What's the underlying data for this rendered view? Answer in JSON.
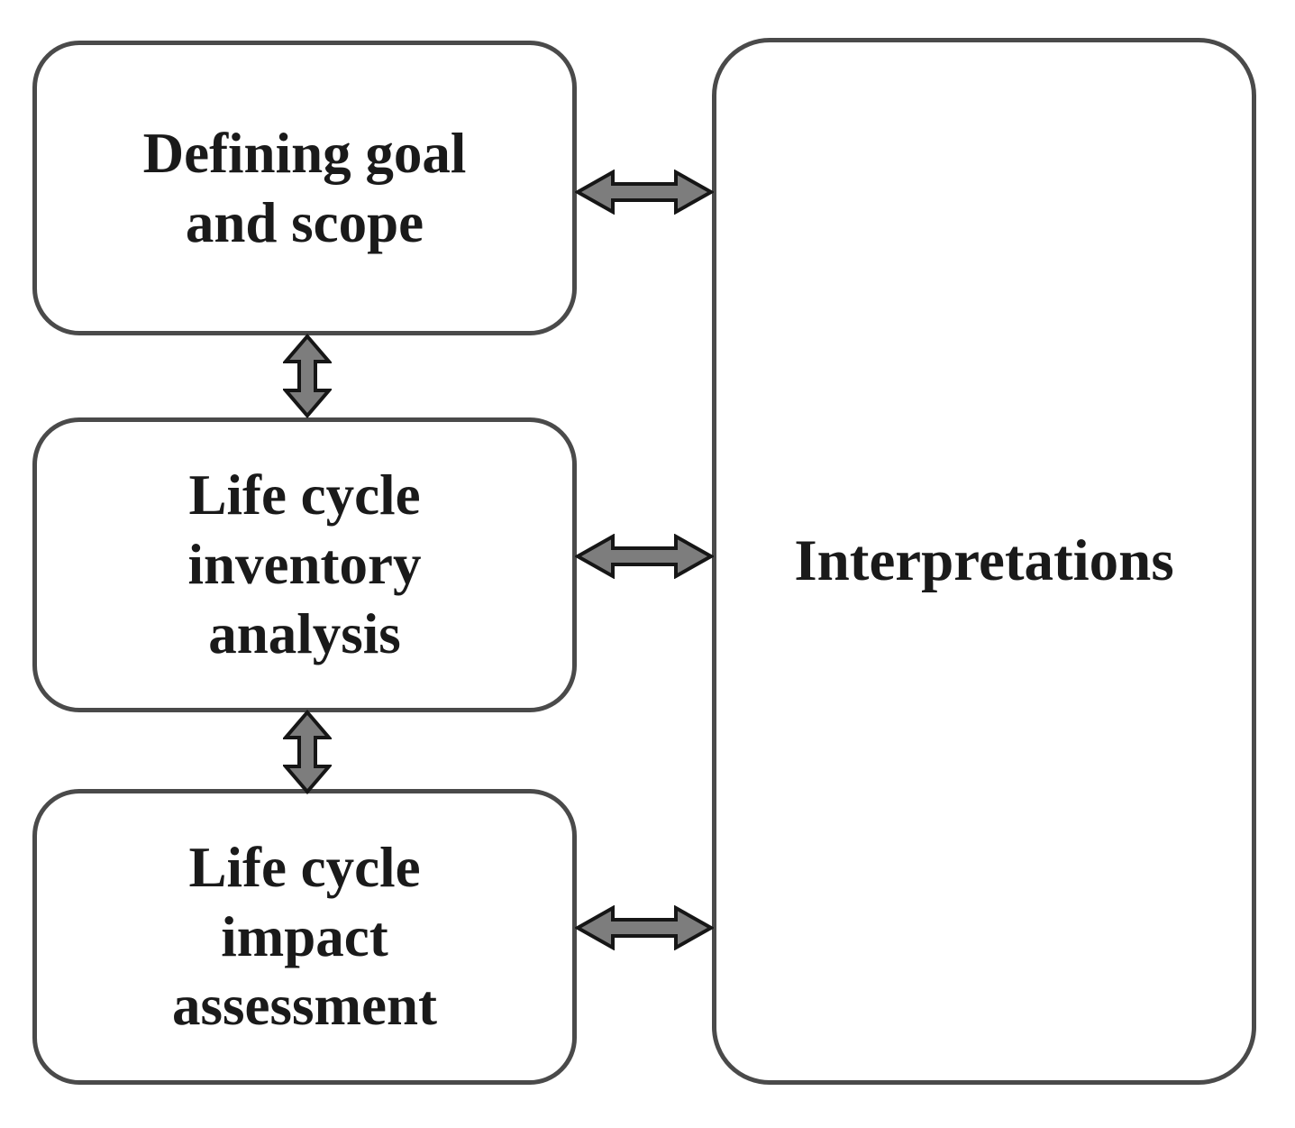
{
  "diagram": {
    "boxes": {
      "goal_scope": {
        "label": "Defining goal\nand scope"
      },
      "inventory": {
        "label": "Life cycle\ninventory\nanalysis"
      },
      "impact": {
        "label": "Life cycle\nimpact\nassessment"
      },
      "interpretations": {
        "label": "Interpretations"
      }
    },
    "connectors": {
      "type": "bidirectional-arrow",
      "pairs": [
        "goal_scope <-> interpretations",
        "inventory <-> interpretations",
        "impact <-> interpretations",
        "goal_scope <-> inventory",
        "inventory <-> impact"
      ]
    },
    "colors": {
      "background": "#ffffff",
      "box_fill": "#ffffff",
      "box_border": "#4a4a4a",
      "text": "#1a1a1a",
      "arrow_fill": "#7d7d7d",
      "arrow_outline": "#161616"
    }
  }
}
